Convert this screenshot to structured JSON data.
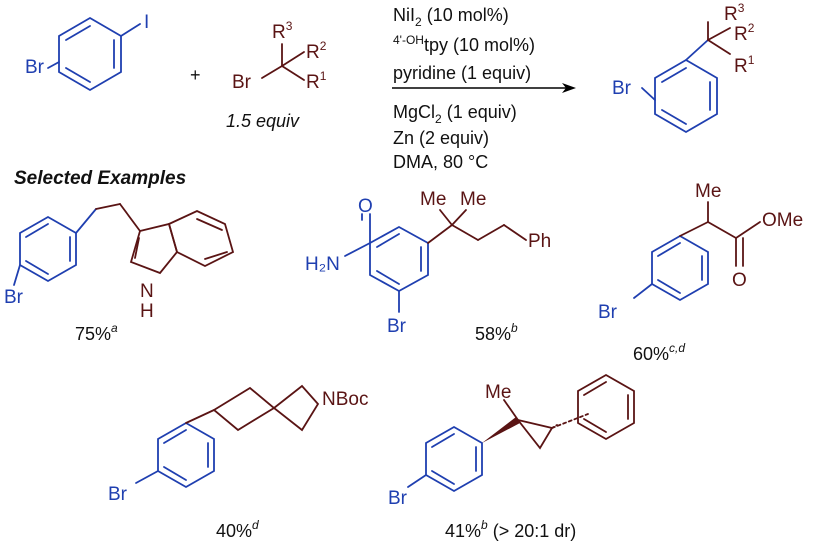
{
  "colors": {
    "aryl": "#1f3fb0",
    "alkyl": "#5a1414",
    "text": "#111111"
  },
  "reactant1": {
    "halogen": "Br",
    "iodide": "I"
  },
  "plus": "+",
  "reactant2": {
    "r3": "R",
    "r3n": "3",
    "r2": "R",
    "r2n": "2",
    "r1": "R",
    "r1n": "1",
    "br": "Br",
    "equiv": "1.5 equiv"
  },
  "conditions": {
    "line1a": "NiI",
    "line1sub": "2",
    "line1b": " (10 mol%)",
    "line2sup": "4'-OH",
    "line2b": "tpy (10 mol%)",
    "line3": "pyridine (1 equiv)",
    "line4a": "MgCl",
    "line4sub": "2",
    "line4b": " (1 equiv)",
    "line5": "Zn (2 equiv)",
    "line6": "DMA, 80 °C"
  },
  "product": {
    "halogen": "Br",
    "r3": "R",
    "r3n": "3",
    "r2": "R",
    "r2n": "2",
    "r1": "R",
    "r1n": "1"
  },
  "section_title": "Selected Examples",
  "examples": [
    {
      "br": "Br",
      "nh_n": "N",
      "nh_h": "H",
      "yield": "75%",
      "note": "a"
    },
    {
      "br": "Br",
      "amide_o": "O",
      "amide_n": "H₂N",
      "me1": "Me",
      "me2": "Me",
      "ph": "Ph",
      "yield": "58%",
      "note": "b"
    },
    {
      "br": "Br",
      "me": "Me",
      "ome": "OMe",
      "o": "O",
      "yield": "60%",
      "note": "c,d"
    },
    {
      "br": "Br",
      "nboc": "NBoc",
      "yield": "40%",
      "note": "d"
    },
    {
      "br": "Br",
      "me": "Me",
      "yield": "41%",
      "note": "b",
      "suffix": " (> 20:1 dr)"
    }
  ]
}
